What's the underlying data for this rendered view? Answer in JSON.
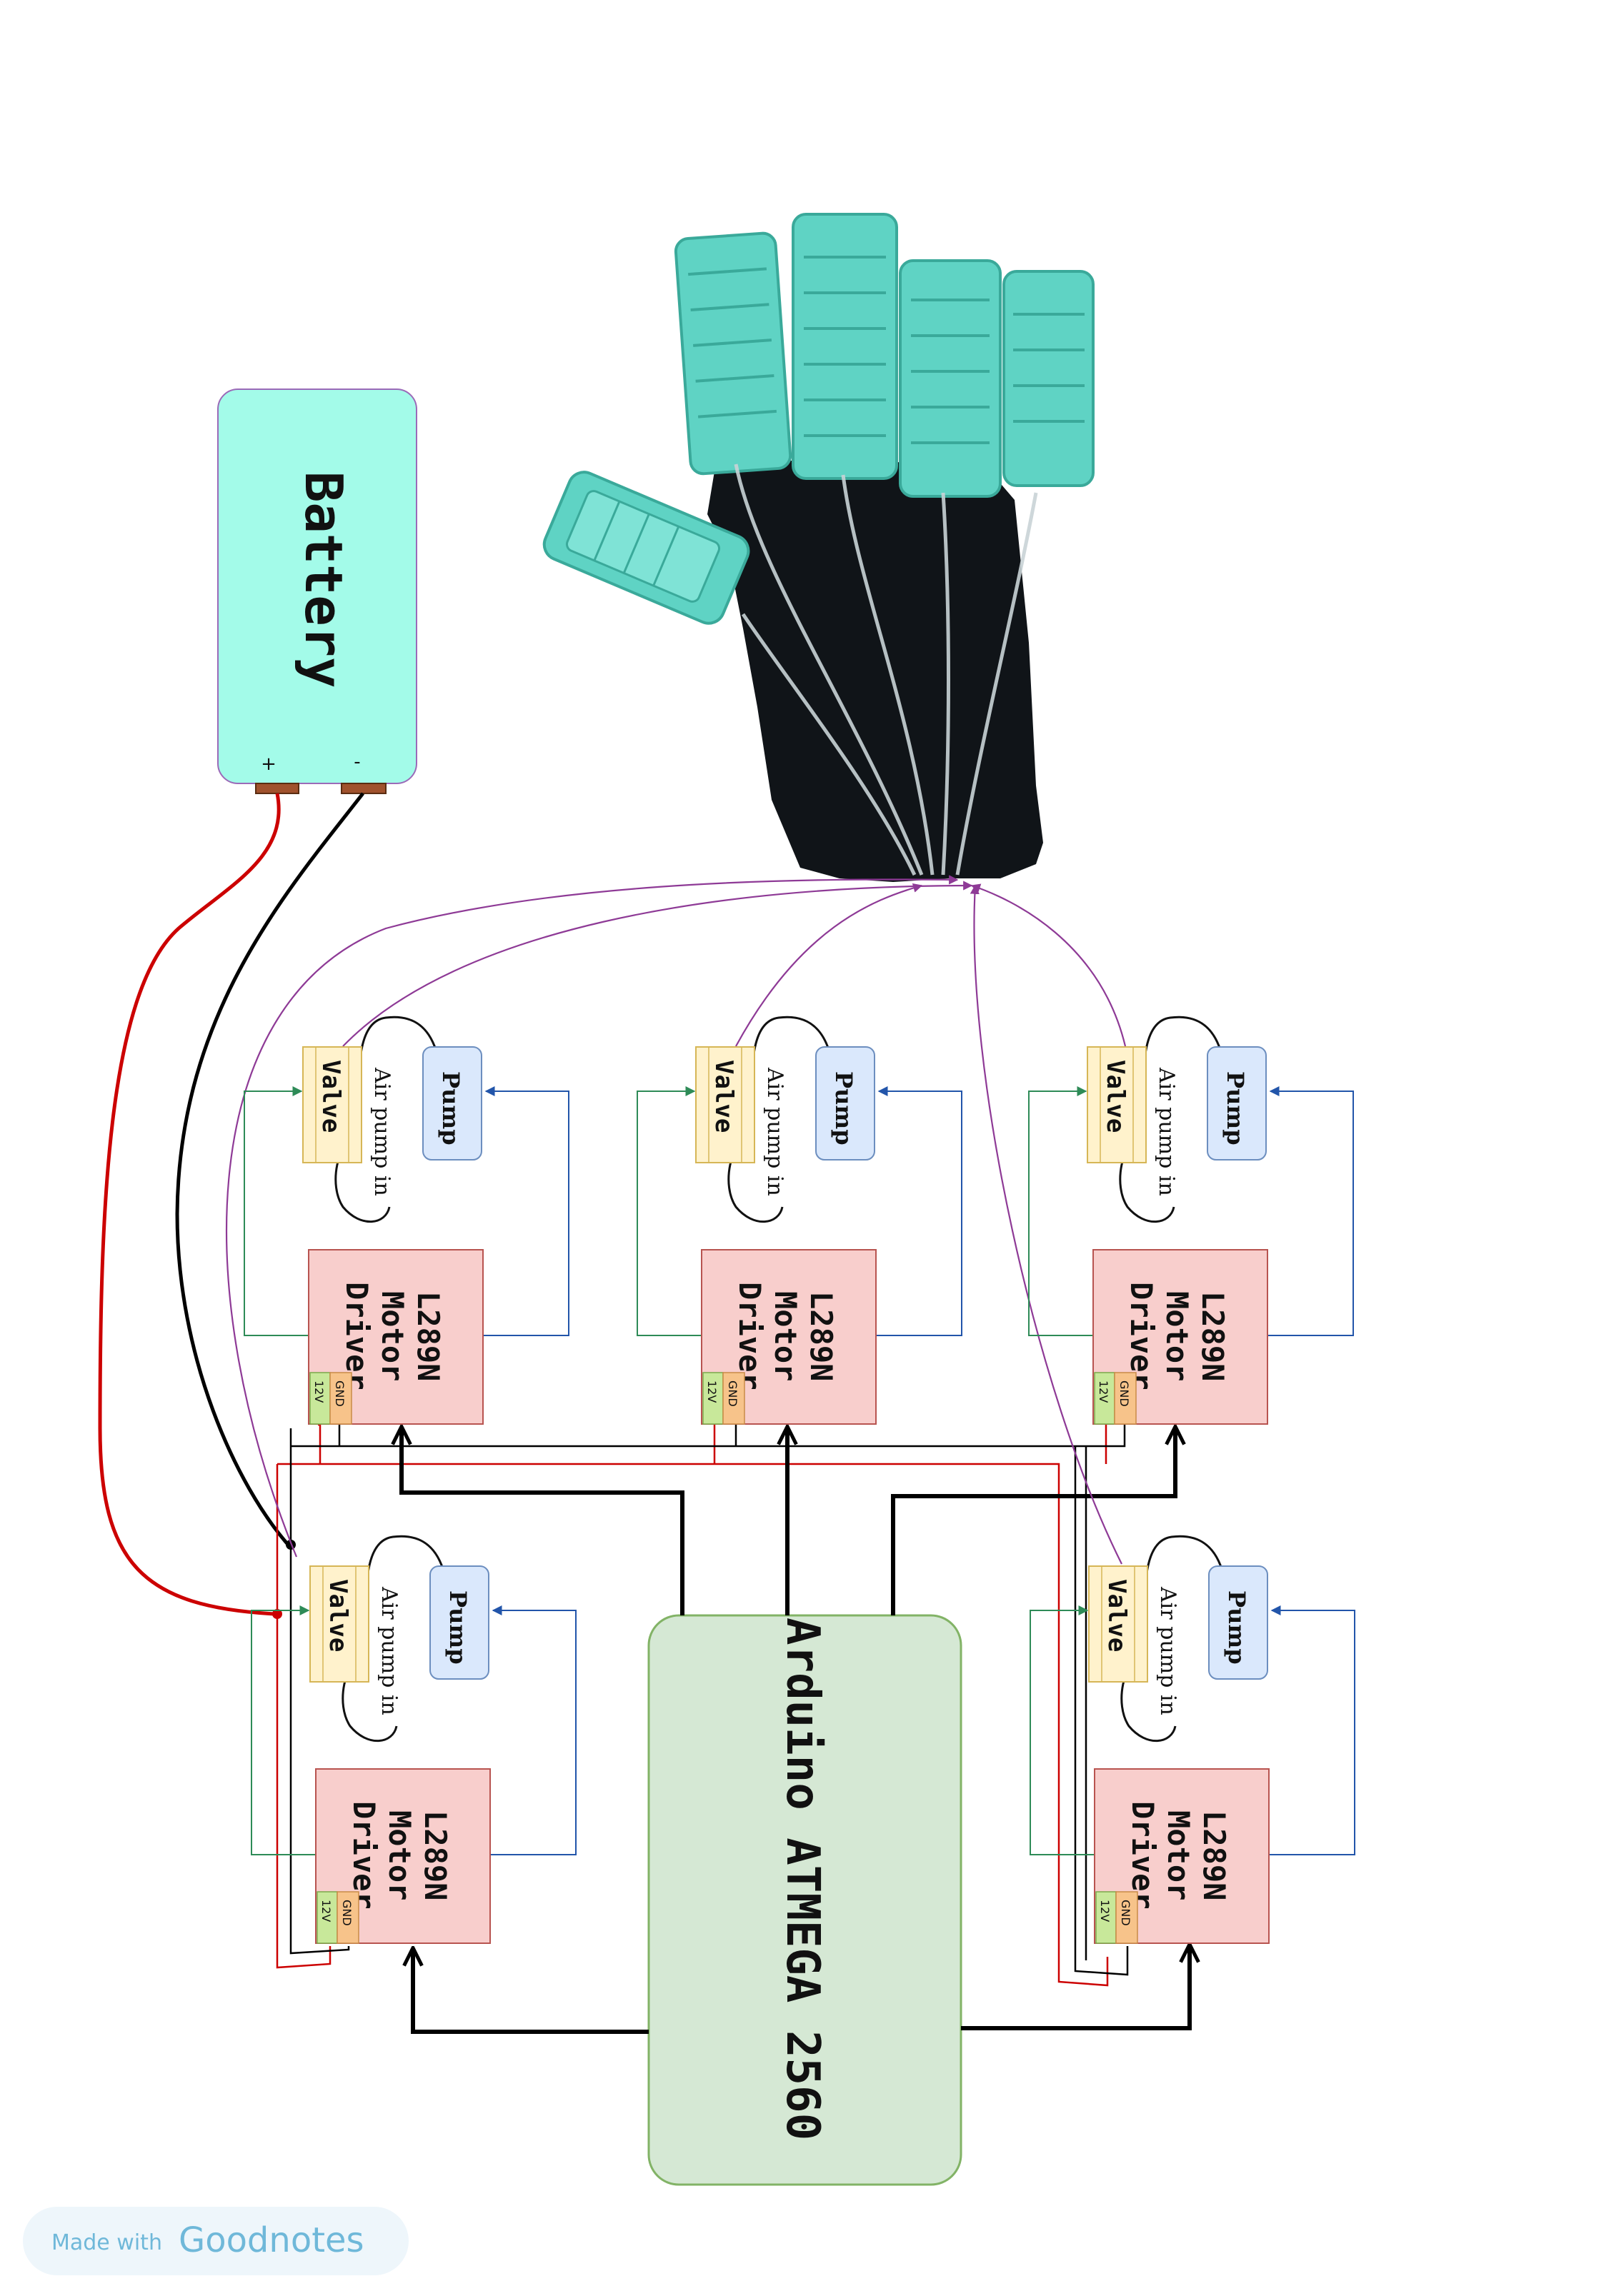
{
  "battery": {
    "label": "Battery",
    "plus": "+",
    "minus": "-"
  },
  "arduino": {
    "label": "Arduino ATMEGA 2560"
  },
  "driver": {
    "line1": "L289N",
    "line2": "Motor",
    "line3": "Driver",
    "gnd": "GND",
    "v12": "12V"
  },
  "valve": {
    "label": "Valve"
  },
  "pump": {
    "label": "Pump"
  },
  "air_pump_in": {
    "label": "Air pump in"
  },
  "badge": {
    "made_with": "Made with",
    "brand": "Goodnotes"
  },
  "colors": {
    "battery_fill": "#a3fbe9",
    "battery_stroke": "#9b6ab8",
    "arduino_fill": "#d5e8d4",
    "arduino_stroke": "#82b366",
    "driver_fill": "#f8cecc",
    "driver_stroke": "#b85450",
    "valve_fill": "#fff2cc",
    "valve_stroke": "#d6b656",
    "pump_fill": "#dae8fc",
    "pump_stroke": "#6c8ebf",
    "positive_wire": "#cc0000",
    "ground_wire": "#000000",
    "air_tube": "#8e3a96",
    "signal_green": "#2e8b57",
    "signal_blue": "#2255aa",
    "glove_black": "#101418",
    "finger_teal": "#5fd3c4"
  }
}
